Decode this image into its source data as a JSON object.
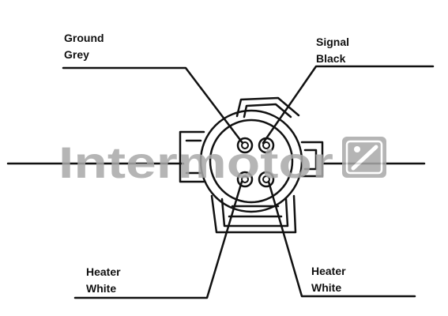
{
  "labels": {
    "top_left": {
      "line1": "Ground",
      "line2": "Grey"
    },
    "top_right": {
      "line1": "Signal",
      "line2": "Black"
    },
    "bottom_left": {
      "line1": "Heater",
      "line2": "White"
    },
    "bottom_right": {
      "line1": "Heater",
      "line2": "White"
    }
  },
  "watermark": {
    "text": "Intermotor"
  },
  "colors": {
    "ink": "#111111",
    "watermark": "#a9a9a9"
  }
}
